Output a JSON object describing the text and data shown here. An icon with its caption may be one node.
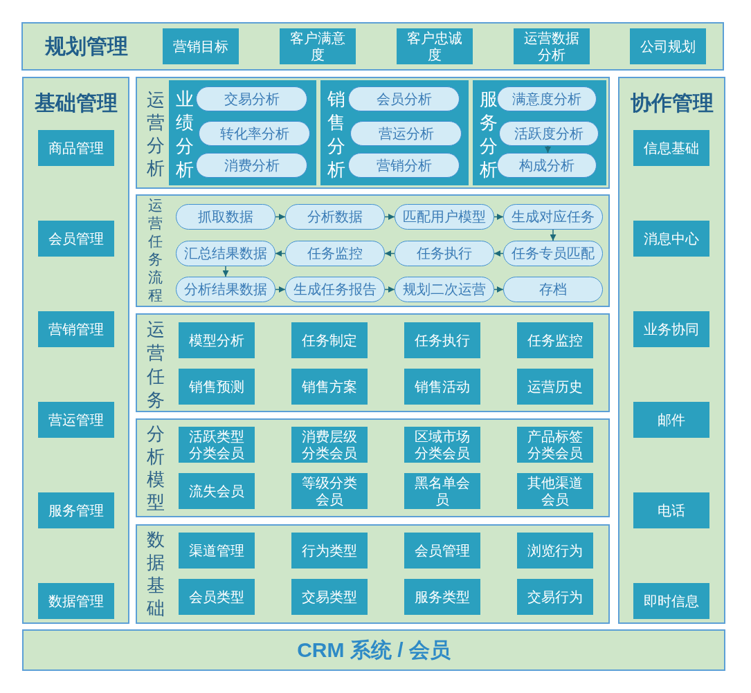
{
  "diagram": {
    "nodes": [
      {
        "text": [
          "规划管理"
        ]
      },
      {
        "text": [
          "营销目标"
        ],
        "in": 0
      },
      {
        "text": [
          "客户满意度"
        ],
        "in": 0
      },
      {
        "text": [
          "客户忠诚度"
        ],
        "in": 0
      },
      {
        "text": [
          "运营数据分析"
        ],
        "in": 0
      },
      {
        "text": [
          "公司规划"
        ],
        "in": 0
      },
      {
        "text": [
          "基础管理"
        ]
      },
      {
        "text": [
          "商品管理"
        ],
        "in": 6
      },
      {
        "text": [
          "会员管理"
        ],
        "in": 6
      },
      {
        "text": [
          "营销管理"
        ],
        "in": 6
      },
      {
        "text": [
          "营运管理"
        ],
        "in": 6
      },
      {
        "text": [
          "服务管理"
        ],
        "in": 6
      },
      {
        "text": [
          "数据管理"
        ],
        "in": 6
      },
      {
        "text": [
          "运营分析"
        ]
      },
      {
        "text": [
          "业绩分析"
        ],
        "in": 13
      },
      {
        "text": [
          "交易分析"
        ],
        "in": 14
      },
      {
        "text": [
          "转化率分析"
        ],
        "in": 14
      },
      {
        "text": [
          "消费分析"
        ],
        "in": 14
      },
      {
        "text": [
          "销售分析"
        ],
        "in": 13
      },
      {
        "text": [
          "会员分析"
        ],
        "in": 18
      },
      {
        "text": [
          "营运分析"
        ],
        "in": 18
      },
      {
        "text": [
          "营销分析"
        ],
        "in": 18
      },
      {
        "text": [
          "服务分析"
        ],
        "in": 13
      },
      {
        "text": [
          "满意度分析"
        ],
        "in": 22
      },
      {
        "text": [
          "活跃度分析"
        ],
        "in": 22
      },
      {
        "text": [
          "构成分析"
        ],
        "in": 22
      },
      {
        "text": [
          "运营任务流程"
        ]
      },
      {
        "text": [
          "抓取数据"
        ],
        "in": 26
      },
      {
        "text": [
          "分析数据"
        ],
        "in": 26
      },
      {
        "text": [
          "匹配用户模型"
        ],
        "in": 26
      },
      {
        "text": [
          "生成对应任务"
        ],
        "in": 26
      },
      {
        "text": [
          "汇总结果数据"
        ],
        "in": 26
      },
      {
        "text": [
          "任务监控"
        ],
        "in": 26
      },
      {
        "text": [
          "任务执行"
        ],
        "in": 26
      },
      {
        "text": [
          "任务专员匹配"
        ],
        "in": 26
      },
      {
        "text": [
          "分析结果数据"
        ],
        "in": 26
      },
      {
        "text": [
          "生成任务报告"
        ],
        "in": 26
      },
      {
        "text": [
          "规划二次运营"
        ],
        "in": 26
      },
      {
        "text": [
          "存档"
        ],
        "in": 26
      },
      {
        "text": [
          "运营任务"
        ]
      },
      {
        "text": [
          "模型分析"
        ],
        "in": 39
      },
      {
        "text": [
          "任务制定"
        ],
        "in": 39
      },
      {
        "text": [
          "任务执行"
        ],
        "in": 39
      },
      {
        "text": [
          "任务监控"
        ],
        "in": 39
      },
      {
        "text": [
          "销售预测"
        ],
        "in": 39
      },
      {
        "text": [
          "销售方案"
        ],
        "in": 39
      },
      {
        "text": [
          "销售活动"
        ],
        "in": 39
      },
      {
        "text": [
          "运营历史"
        ],
        "in": 39
      },
      {
        "text": [
          "分析模型"
        ]
      },
      {
        "text": [
          "活跃类型分类会员"
        ],
        "in": 48
      },
      {
        "text": [
          "消费层级分类会员"
        ],
        "in": 48
      },
      {
        "text": [
          "区域市场分类会员"
        ],
        "in": 48
      },
      {
        "text": [
          "产品标签分类会员"
        ],
        "in": 48
      },
      {
        "text": [
          "流失会员"
        ],
        "in": 48
      },
      {
        "text": [
          "等级分类会员"
        ],
        "in": 48
      },
      {
        "text": [
          "黑名单会员"
        ],
        "in": 48
      },
      {
        "text": [
          "其他渠道会员"
        ],
        "in": 48
      },
      {
        "text": [
          "数据基础"
        ]
      },
      {
        "text": [
          "渠道管理"
        ],
        "in": 57
      },
      {
        "text": [
          "行为类型"
        ],
        "in": 57
      },
      {
        "text": [
          "会员管理"
        ],
        "in": 57
      },
      {
        "text": [
          "浏览行为"
        ],
        "in": 57
      },
      {
        "text": [
          "会员类型"
        ],
        "in": 57
      },
      {
        "text": [
          "交易类型"
        ],
        "in": 57
      },
      {
        "text": [
          "服务类型"
        ],
        "in": 57
      },
      {
        "text": [
          "交易行为"
        ],
        "in": 57
      },
      {
        "text": [
          "协作管理"
        ]
      },
      {
        "text": [
          "信息基础"
        ],
        "in": 66
      },
      {
        "text": [
          "消息中心"
        ],
        "in": 66
      },
      {
        "text": [
          "业务协同"
        ],
        "in": 66
      },
      {
        "text": [
          "邮件"
        ],
        "in": 66
      },
      {
        "text": [
          "电话"
        ],
        "in": 66
      },
      {
        "text": [
          "即时信息"
        ],
        "in": 66
      },
      {
        "text": [
          "CRM 系统 / 会员"
        ]
      }
    ],
    "edges": [
      {
        "from": 24,
        "to": 25,
        "arrow": "to"
      },
      {
        "from": 27,
        "to": 28,
        "arrow": "to"
      },
      {
        "from": 28,
        "to": 29,
        "arrow": "to"
      },
      {
        "from": 29,
        "to": 30,
        "arrow": "to"
      },
      {
        "from": 30,
        "to": 34,
        "arrow": "to"
      },
      {
        "from": 34,
        "to": 33,
        "arrow": "to"
      },
      {
        "from": 33,
        "to": 32,
        "arrow": "to"
      },
      {
        "from": 32,
        "to": 31,
        "arrow": "to"
      },
      {
        "from": 31,
        "to": 35,
        "arrow": "to"
      },
      {
        "from": 35,
        "to": 36,
        "arrow": "to"
      },
      {
        "from": 36,
        "to": 37,
        "arrow": "to"
      },
      {
        "from": 37,
        "to": 38,
        "arrow": "to"
      }
    ]
  }
}
